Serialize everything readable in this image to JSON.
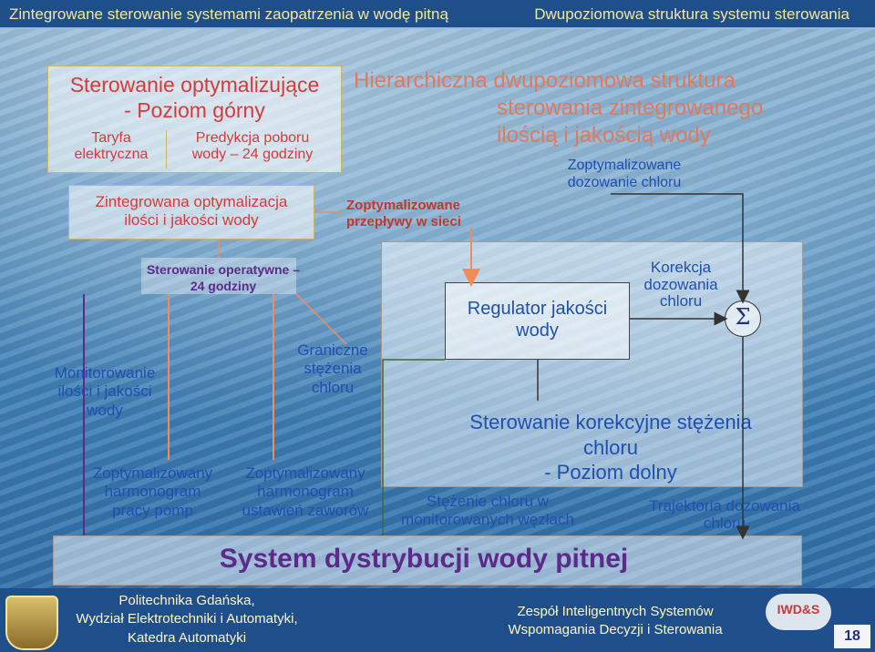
{
  "header": {
    "left_title": "Zintegrowane sterowanie systemami zaopatrzenia w wodę pitną",
    "right_title": "Dwupoziomowa struktura systemu sterowania"
  },
  "upper_level": {
    "title_line1": "Sterowanie optymalizujące",
    "title_line2": "- Poziom górny",
    "tariff": "Taryfa\nelektryczna",
    "forecast": "Predykcja poboru\nwody – 24 godziny",
    "integrated": "Zintegrowana optymalizacja\nilości i jakości wody"
  },
  "main_title": {
    "line1": "Hierarchiczna dwupoziomowa struktura",
    "line2": "sterowania zintegrowanego",
    "line3": "ilością i jakością wody"
  },
  "labels": {
    "optimized_dosing": "Zoptymalizowane\ndozowanie chloru",
    "optimized_flows": "Zoptymalizowane\nprzepływy w sieci",
    "operational_control": "Sterowanie operatywne –\n24 godziny",
    "monitoring": "Monitorowanie\nilości i jakości\nwody",
    "chlorine_limits": "Graniczne\nstężenia\nchloru",
    "pump_schedule": "Zoptymalizowany\nharmonogram\npracy pomp",
    "valve_schedule": "Zoptymalizowany\nharmonogram\nustawień zaworów",
    "quality_regulator": "Regulator jakości\nwody",
    "dosing_correction": "Korekcja\ndozowania\nchloru",
    "sum_symbol": "Σ",
    "lower_level": "Sterowanie korekcyjne stężenia\nchloru\n- Poziom dolny",
    "chlorine_nodes": "Stężenie chloru w\nmonitorowanych węzłach",
    "dosing_trajectory": "Trajektoria dozowania\nchloru",
    "distribution_system": "System dystrybucji wody pitnej"
  },
  "footer": {
    "university": "Politechnika Gdańska,\nWydział Elektrotechniki i Automatyki,\nKatedra Automatyki",
    "team": "Zespół Inteligentnych Systemów\nWspomagania Decyzji i Sterowania",
    "logo_text": "IWD&S",
    "page_number": "18"
  },
  "colors": {
    "red_text": "#d63b3b",
    "blue_text": "#1f4fb0",
    "arrow_orange": "#f28a5a",
    "line_green": "#3b6b3b",
    "header_bg": "#1f4f8a",
    "header_text": "#f2e6a0"
  }
}
